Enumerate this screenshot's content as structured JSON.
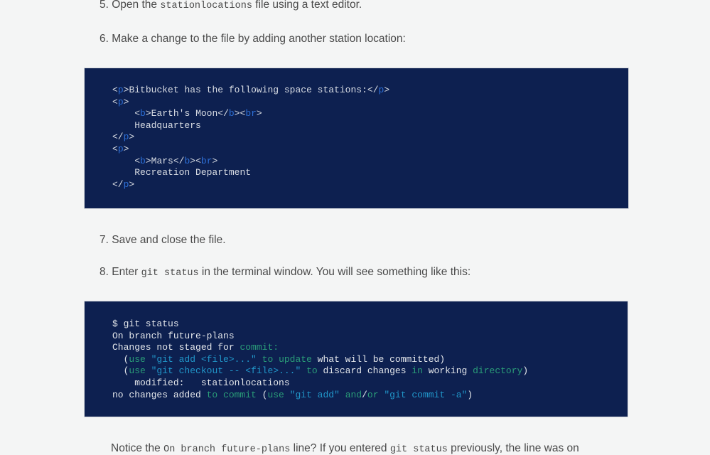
{
  "page": {
    "background_color": "#f4f5f5",
    "text_color": "#4a4a4a"
  },
  "steps": [
    {
      "id": "step-5",
      "number": "5.",
      "text_before": " Open the ",
      "code": "stationlocations",
      "text_after": " file using a text editor."
    },
    {
      "id": "step-6",
      "number": "6.",
      "text_before": " Make a change to the file by adding another station location:",
      "code": "",
      "text_after": ""
    },
    {
      "id": "step-7",
      "number": "7.",
      "text_before": " Save and close the file.",
      "code": "",
      "text_after": ""
    },
    {
      "id": "step-8",
      "number": "8.",
      "text_before": " Enter ",
      "code": "git status",
      "text_after": " in the terminal window. You will see something like this:"
    }
  ],
  "closing_paragraph": {
    "part1": "Notice the ",
    "code1": "On branch future-plans",
    "part2": " line? If you entered ",
    "code2": "git status",
    "part3": " previously, the line was on"
  },
  "code_blocks": [
    {
      "id": "code-html",
      "language": "html",
      "background_color": "#0d2050",
      "border_color": "#d7dade",
      "lines": [
        "<p>Bitbucket has the following space stations:</p>",
        "<p>",
        "    <b>Earth's Moon</b><br>",
        "    Headquarters",
        "</p>",
        "<p>",
        "    <b>Mars</b><br>",
        "    Recreation Department",
        "</p>"
      ],
      "token_colors": {
        "tag_name": "#2d6fd6",
        "punctuation": "#d9dde4",
        "text": "#d9dde4"
      }
    },
    {
      "id": "code-git",
      "language": "shell-session",
      "background_color": "#0d2050",
      "border_color": "#d7dade",
      "lines": [
        "$ git status",
        "On branch future-plans",
        "Changes not staged for commit:",
        "  (use \"git add <file>...\" to update what will be committed)",
        "  (use \"git checkout -- <file>...\" to discard changes in working directory)",
        "    modified:   stationlocations",
        "no changes added to commit (use \"git add\" and/or \"git commit -a\")"
      ],
      "token_colors": {
        "keyword": "#2a9d78",
        "string": "#2196c9",
        "plain": "#e3e6ea"
      }
    }
  ]
}
